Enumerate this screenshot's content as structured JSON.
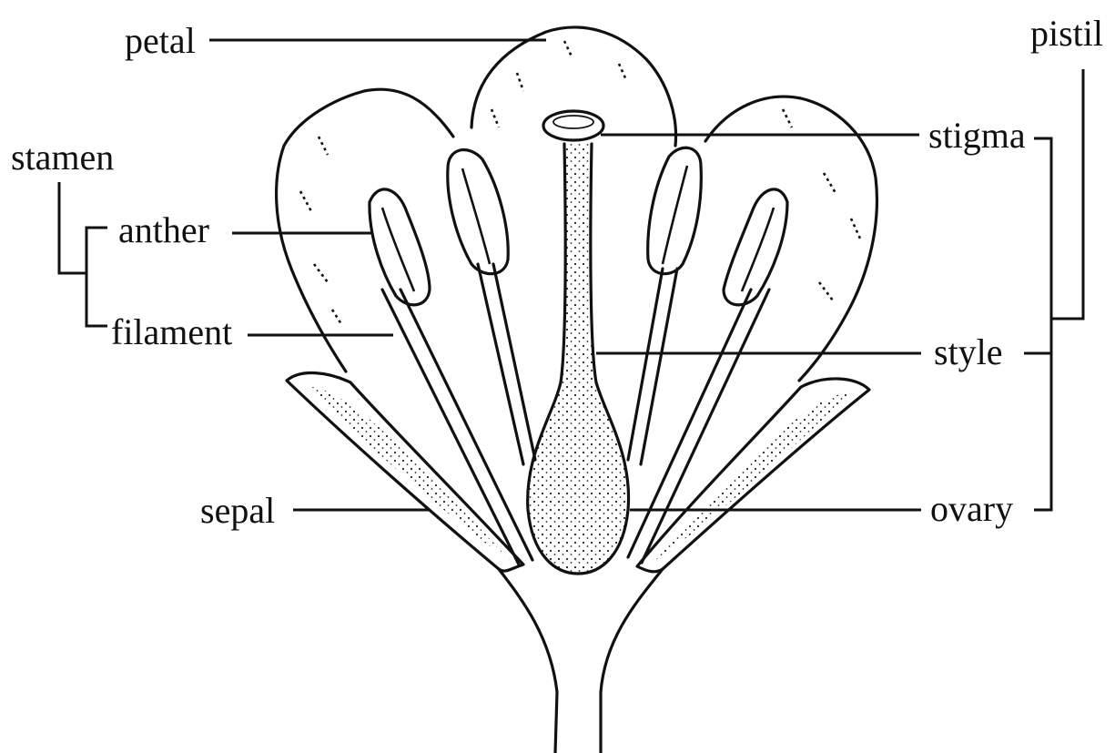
{
  "labels": {
    "petal": "petal",
    "pistil": "pistil",
    "stamen": "stamen",
    "anther": "anther",
    "filament": "filament",
    "stigma": "stigma",
    "style": "style",
    "sepal": "sepal",
    "ovary": "ovary"
  }
}
